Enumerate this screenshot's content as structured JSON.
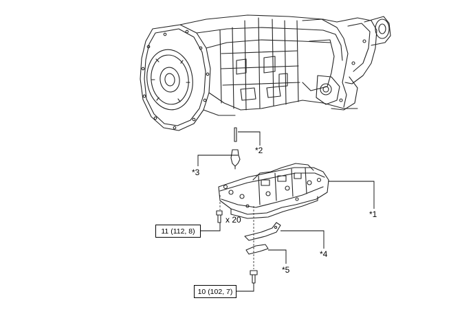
{
  "callouts": {
    "valve_body": "*1",
    "strainer_pin": "*2",
    "detent_spring": "*3",
    "plate_upper": "*4",
    "plate_lower": "*5"
  },
  "torque": {
    "bolts_upper": "11 (112, 8)",
    "bolts_lower": "10 (102, 7)"
  },
  "quantity": "x 20"
}
